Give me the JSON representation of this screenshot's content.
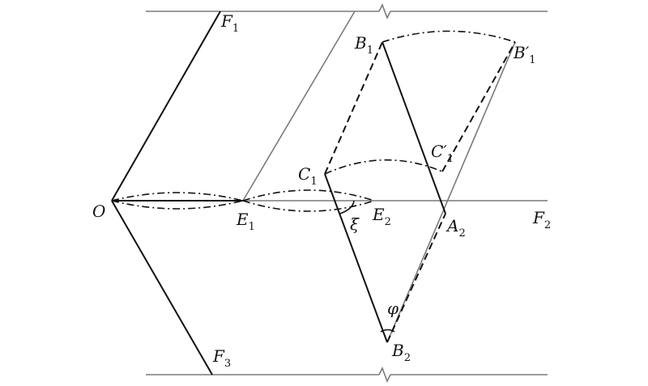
{
  "labels": {
    "O": {
      "main": "O",
      "sub": ""
    },
    "F1": {
      "main": "F",
      "sub": "1"
    },
    "F2": {
      "main": "F",
      "sub": "2"
    },
    "F3": {
      "main": "F",
      "sub": "3"
    },
    "E1": {
      "main": "E",
      "sub": "1"
    },
    "E2": {
      "main": "E",
      "sub": "2"
    },
    "B1": {
      "main": "B",
      "sub": "1"
    },
    "B1p": {
      "main": "B′",
      "sub": "1"
    },
    "C1": {
      "main": "C",
      "sub": "1"
    },
    "C1p": {
      "main": "C′",
      "sub": "1"
    },
    "A2": {
      "main": "A",
      "sub": "2"
    },
    "B2": {
      "main": "B",
      "sub": "2"
    },
    "xi": {
      "main": "ξ",
      "sub": ""
    },
    "phi": {
      "main": "φ",
      "sub": ""
    }
  }
}
